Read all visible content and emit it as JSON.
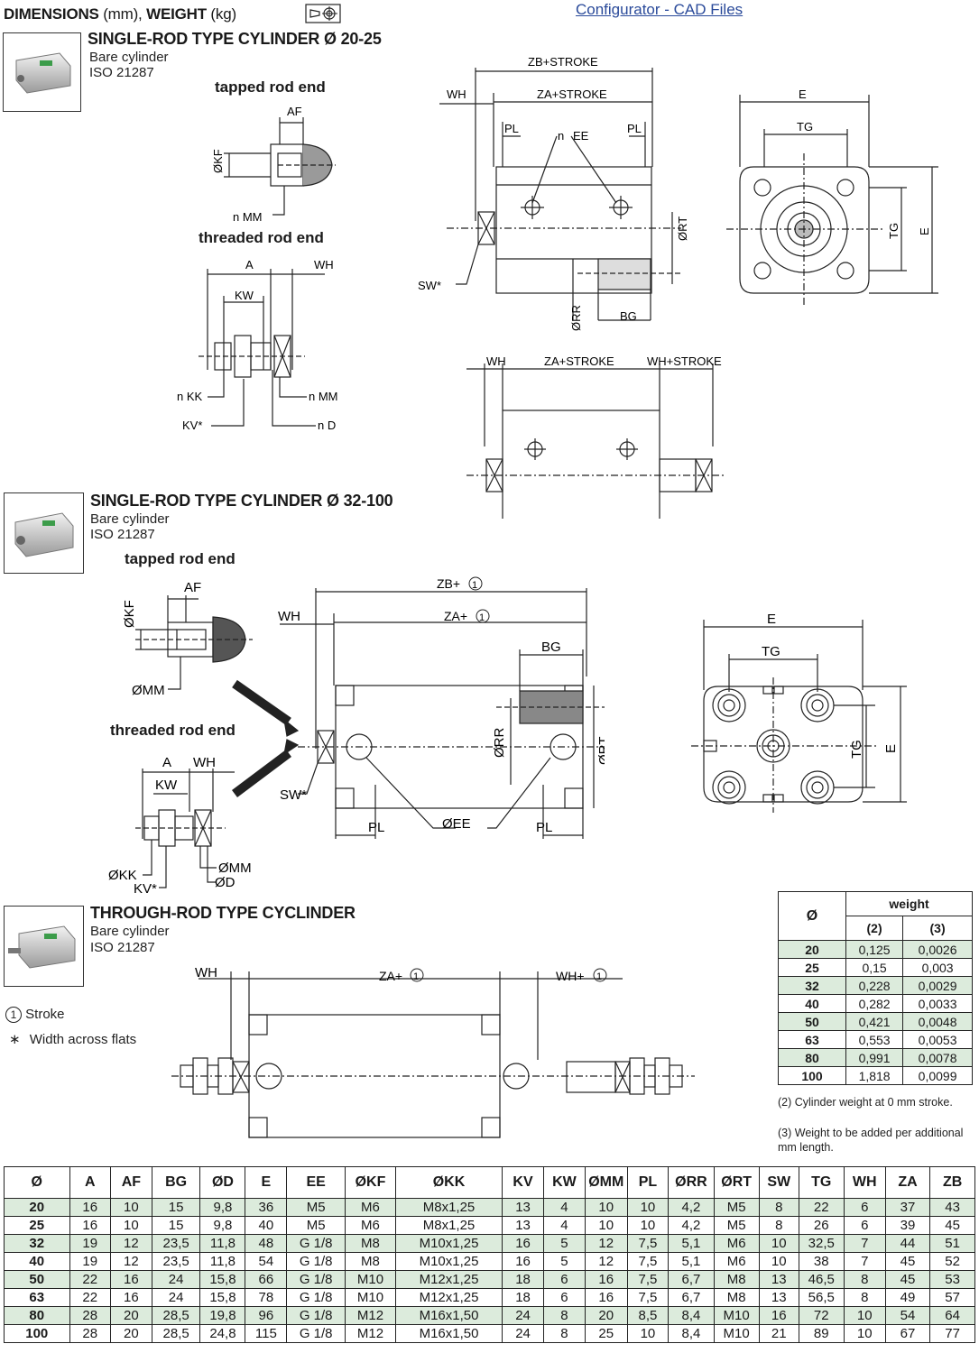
{
  "header": {
    "title_bold1": "DIMENSIONS",
    "title_light1": " (mm), ",
    "title_bold2": "WEIGHT",
    "title_light2": " (kg)",
    "link": "Configurator - CAD Files"
  },
  "sections": {
    "s1": {
      "title": "SINGLE-ROD TYPE CYLINDER Ø 20-25",
      "sub1": "Bare cylinder",
      "sub2": "ISO 21287"
    },
    "s2": {
      "title": "SINGLE-ROD TYPE CYLINDER Ø 32-100",
      "sub1": "Bare cylinder",
      "sub2": "ISO 21287"
    },
    "s3": {
      "title": "THROUGH-ROD TYPE CYCLINDER",
      "sub1": "Bare cylinder",
      "sub2": "ISO 21287"
    }
  },
  "rod_labels": {
    "tapped": "tapped rod end",
    "threaded": "threaded rod end"
  },
  "drawing_labels": {
    "AF": "AF",
    "OKF": "ØKF",
    "nMM": "n MM",
    "A": "A",
    "WH": "WH",
    "KW": "KW",
    "nKK": "n KK",
    "KV": "KV*",
    "nMM2": "n MM",
    "nD": "n D",
    "ZB_STROKE": "ZB+STROKE",
    "ZA_STROKE": "ZA+STROKE",
    "PL": "PL",
    "n": "n",
    "EE": "EE",
    "ORT": "ØRT",
    "SW": "SW*",
    "ORR": "ØRR",
    "BG": "BG",
    "E": "E",
    "TG": "TG",
    "WH_STROKE": "WH+STROKE",
    "OMM": "ØMM",
    "ZB1": "ZB+",
    "ZA1": "ZA+",
    "OEE": "ØEE",
    "OKK": "ØKK",
    "OD": "ØD",
    "WH1": "WH+",
    "circle1": "1"
  },
  "legend": {
    "stroke": "Stroke",
    "flats": "Width across flats",
    "star": "∗",
    "one": "1"
  },
  "weight_table": {
    "col_dia": "Ø",
    "col_weight": "weight",
    "col2": "(2)",
    "col3": "(3)",
    "rows": [
      [
        "20",
        "0,125",
        "0,0026"
      ],
      [
        "25",
        "0,15",
        "0,003"
      ],
      [
        "32",
        "0,228",
        "0,0029"
      ],
      [
        "40",
        "0,282",
        "0,0033"
      ],
      [
        "50",
        "0,421",
        "0,0048"
      ],
      [
        "63",
        "0,553",
        "0,0053"
      ],
      [
        "80",
        "0,991",
        "0,0078"
      ],
      [
        "100",
        "1,818",
        "0,0099"
      ]
    ],
    "note2": "(2) Cylinder weight at 0 mm stroke.",
    "note3": "(3) Weight to be added per additional mm length."
  },
  "main_table": {
    "headers": [
      "Ø",
      "A",
      "AF",
      "BG",
      "ØD",
      "E",
      "EE",
      "ØKF",
      "ØKK",
      "KV",
      "KW",
      "ØMM",
      "PL",
      "ØRR",
      "ØRT",
      "SW",
      "TG",
      "WH",
      "ZA",
      "ZB"
    ],
    "rows": [
      [
        "20",
        "16",
        "10",
        "15",
        "9,8",
        "36",
        "M5",
        "M6",
        "M8x1,25",
        "13",
        "4",
        "10",
        "10",
        "4,2",
        "M5",
        "8",
        "22",
        "6",
        "37",
        "43"
      ],
      [
        "25",
        "16",
        "10",
        "15",
        "9,8",
        "40",
        "M5",
        "M6",
        "M8x1,25",
        "13",
        "4",
        "10",
        "10",
        "4,2",
        "M5",
        "8",
        "26",
        "6",
        "39",
        "45"
      ],
      [
        "32",
        "19",
        "12",
        "23,5",
        "11,8",
        "48",
        "G 1/8",
        "M8",
        "M10x1,25",
        "16",
        "5",
        "12",
        "7,5",
        "5,1",
        "M6",
        "10",
        "32,5",
        "7",
        "44",
        "51"
      ],
      [
        "40",
        "19",
        "12",
        "23,5",
        "11,8",
        "54",
        "G 1/8",
        "M8",
        "M10x1,25",
        "16",
        "5",
        "12",
        "7,5",
        "5,1",
        "M6",
        "10",
        "38",
        "7",
        "45",
        "52"
      ],
      [
        "50",
        "22",
        "16",
        "24",
        "15,8",
        "66",
        "G 1/8",
        "M10",
        "M12x1,25",
        "18",
        "6",
        "16",
        "7,5",
        "6,7",
        "M8",
        "13",
        "46,5",
        "8",
        "45",
        "53"
      ],
      [
        "63",
        "22",
        "16",
        "24",
        "15,8",
        "78",
        "G 1/8",
        "M10",
        "M12x1,25",
        "18",
        "6",
        "16",
        "7,5",
        "6,7",
        "M8",
        "13",
        "56,5",
        "8",
        "49",
        "57"
      ],
      [
        "80",
        "28",
        "20",
        "28,5",
        "19,8",
        "96",
        "G 1/8",
        "M12",
        "M16x1,50",
        "24",
        "8",
        "20",
        "8,5",
        "8,4",
        "M10",
        "16",
        "72",
        "10",
        "54",
        "64"
      ],
      [
        "100",
        "28",
        "20",
        "28,5",
        "24,8",
        "115",
        "G 1/8",
        "M12",
        "M16x1,50",
        "24",
        "8",
        "25",
        "10",
        "8,4",
        "M10",
        "21",
        "89",
        "10",
        "67",
        "77"
      ]
    ]
  },
  "colors": {
    "row_green": "#dcebdc",
    "link": "#2a4a9a"
  }
}
